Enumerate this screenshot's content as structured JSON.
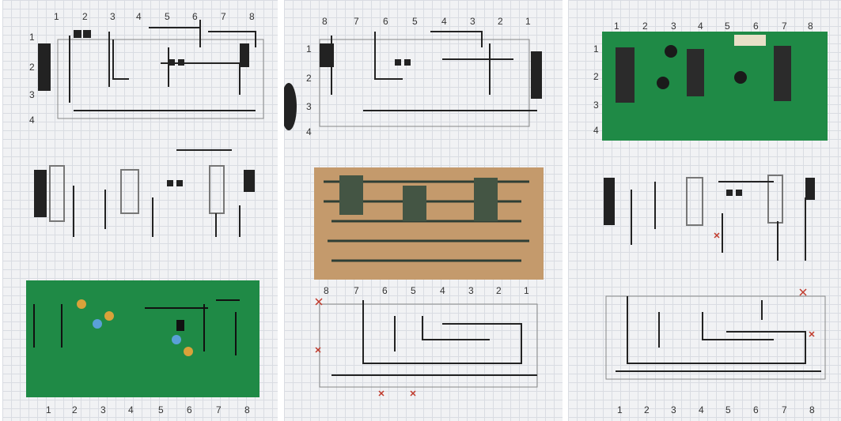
{
  "panels": [
    {
      "cols": [
        "1",
        "2",
        "3",
        "4",
        "5",
        "6",
        "7",
        "8"
      ],
      "rows": [
        "1",
        "2",
        "3",
        "4"
      ],
      "bottom_cols": [
        "1",
        "2",
        "3",
        "4",
        "5",
        "6",
        "7",
        "8"
      ]
    },
    {
      "cols": [
        "8",
        "7",
        "6",
        "5",
        "4",
        "3",
        "2",
        "1"
      ],
      "rows": [
        "1",
        "2",
        "3",
        "4"
      ],
      "bottom_cols": [
        "8",
        "7",
        "6",
        "5",
        "4",
        "3",
        "2",
        "1"
      ]
    },
    {
      "cols": [
        "1",
        "2",
        "3",
        "4",
        "5",
        "6",
        "7",
        "8"
      ],
      "rows": [
        "1",
        "2",
        "3",
        "4"
      ],
      "bottom_cols": [
        "1",
        "2",
        "3",
        "4",
        "5",
        "6",
        "7",
        "8"
      ]
    }
  ],
  "colors": {
    "board_green": "#1f8a46",
    "stripboard": "#c49a6c",
    "trace": "#222222",
    "mark": "#c0392b"
  }
}
